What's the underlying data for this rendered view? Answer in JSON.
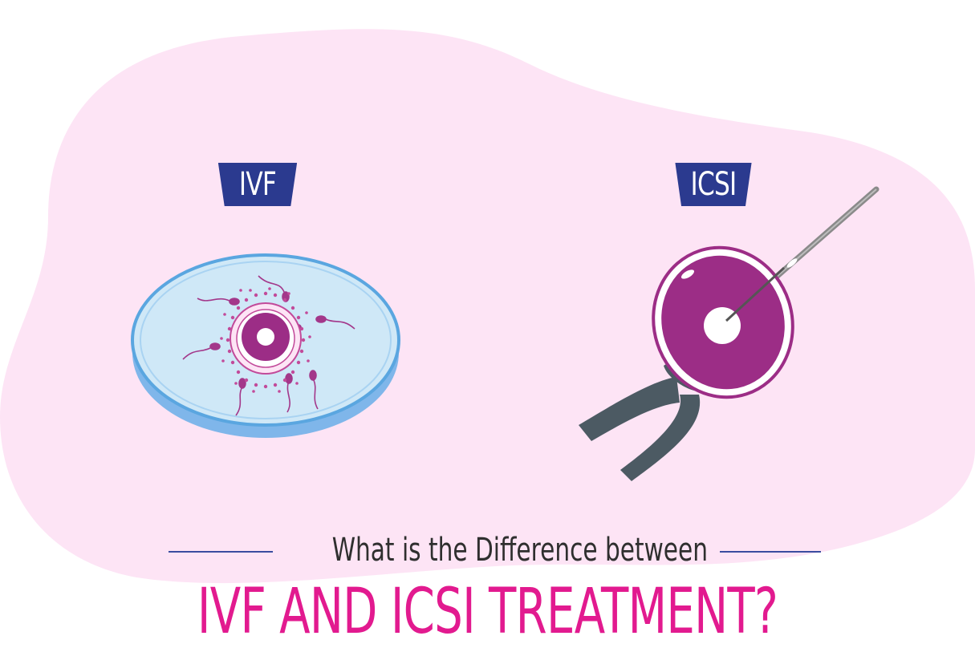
{
  "colors": {
    "blob": "#fde4f5",
    "badge": "#2b3a8f",
    "headline": "#e21a8f",
    "subtitle": "#2f2f2f",
    "rule": "#3b4da0",
    "dish_fill": "#cfe8f7",
    "dish_rim": "#5aa6e0",
    "egg": "#9c2d86",
    "sperm": "#a3378a",
    "forceps": "#4c5a63",
    "needle": "#8a8a8a"
  },
  "labels": {
    "ivf": "IVF",
    "icsi": "ICSI"
  },
  "subtitle": "What is the Difference between",
  "headline": "IVF AND ICSI TREATMENT?",
  "icons": {
    "ivf_illustration": "petri-dish-with-egg-and-sperm",
    "icsi_illustration": "egg-held-by-pipette-with-injection-needle"
  }
}
